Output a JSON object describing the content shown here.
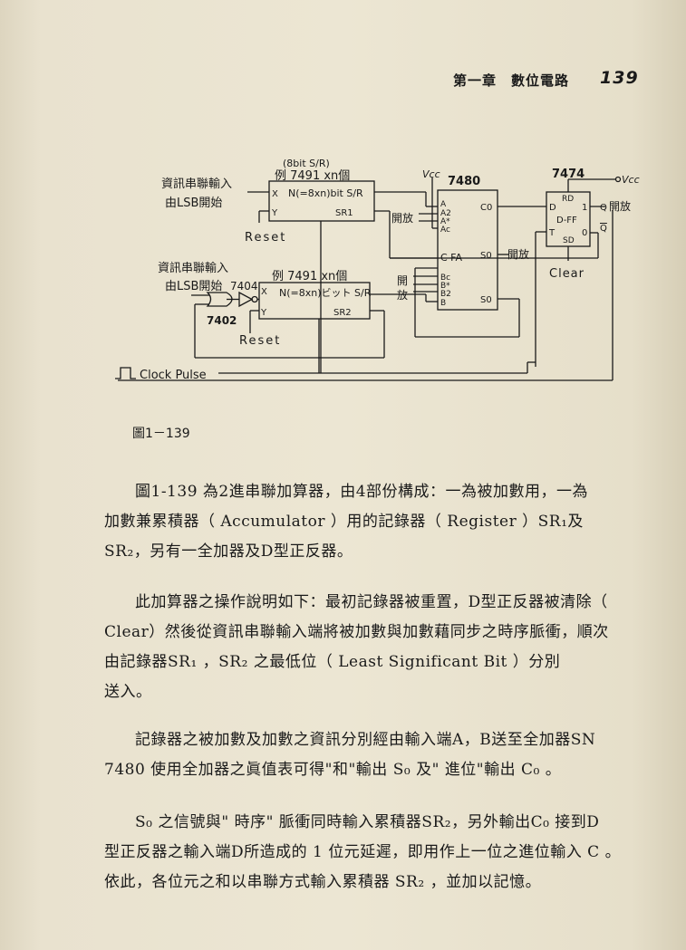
{
  "header": {
    "chapter": "第一章　數位電路",
    "page_number": "139"
  },
  "figure": {
    "caption": "圖1－139",
    "sr1_input_label_1": "資訊串聯輸入",
    "sr1_input_label_2": "由LSB開始",
    "sr2_input_label_1": "資訊串聯輸入",
    "sr2_input_label_2": "由LSB開始",
    "sr1_note": "(8bit S/R)",
    "sr1_title": "例 7491 xn個",
    "sr1_inner": "N(=8xn)bit S/R",
    "sr1_name": "SR1",
    "sr2_title": "例 7491 xn個",
    "sr2_inner": "N(=8xn)ビット S/R",
    "sr2_name": "SR2",
    "pin_x": "X",
    "pin_y": "Y",
    "reset_1": "Reset",
    "reset_2": "Reset",
    "gate_7404": "7404",
    "gate_7402": "7402",
    "fa_chip": "7480",
    "fa_label": "C  FA",
    "fa_co": "C0",
    "fa_so_1": "S0",
    "fa_so_2": "S0",
    "fa_pins_a": [
      "A",
      "A2",
      "A*",
      "Ac"
    ],
    "fa_pins_b": [
      "Bc",
      "B*",
      "B2",
      "B"
    ],
    "open_1": "開放",
    "open_2": "開放",
    "open_3a": "開",
    "open_3b": "放",
    "open_4": "開放",
    "vcc_1": "Vcc",
    "vcc_2": "Vcc",
    "ff_chip": "7474",
    "ff_rd": "RD",
    "ff_sd": "SD",
    "ff_d": "D",
    "ff_t": "T",
    "ff_1": "1",
    "ff_0": "0",
    "ff_q": "Q",
    "ff_qbar": "Q",
    "ff_name": "D-FF",
    "clear": "Clear",
    "clock": "Clock Pulse"
  },
  "paragraphs": [
    {
      "lines": [
        "圖1-139 為2進串聯加算器，由4部份構成：一為被加數用，一為",
        "加數兼累積器（ Accumulator ）用的記錄器（ Register ）SR₁及",
        "SR₂，另有一全加器及D型正反器。"
      ]
    },
    {
      "lines": [
        "此加算器之操作說明如下：最初記錄器被重置，D型正反器被清除（",
        "Clear）然後從資訊串聯輸入端將被加數與加數藉同步之時序脈衝，順次",
        "由記錄器SR₁ ，SR₂ 之最低位（ Least Significant Bit ）分別",
        "送入。"
      ]
    },
    {
      "lines": [
        "記錄器之被加數及加數之資訊分別經由輸入端A，B送至全加器SN",
        "7480 使用全加器之眞值表可得\"和\"輸出 S₀ 及\" 進位\"輸出 C₀ 。"
      ]
    },
    {
      "lines": [
        "S₀ 之信號與\" 時序\" 脈衝同時輸入累積器SR₂，另外輸出C₀ 接到D",
        "型正反器之輸入端D所造成的 1 位元延遲，即用作上一位之進位輸入 C 。",
        "依此，各位元之和以串聯方式輸入累積器 SR₂ ，並加以記憶。"
      ]
    }
  ]
}
